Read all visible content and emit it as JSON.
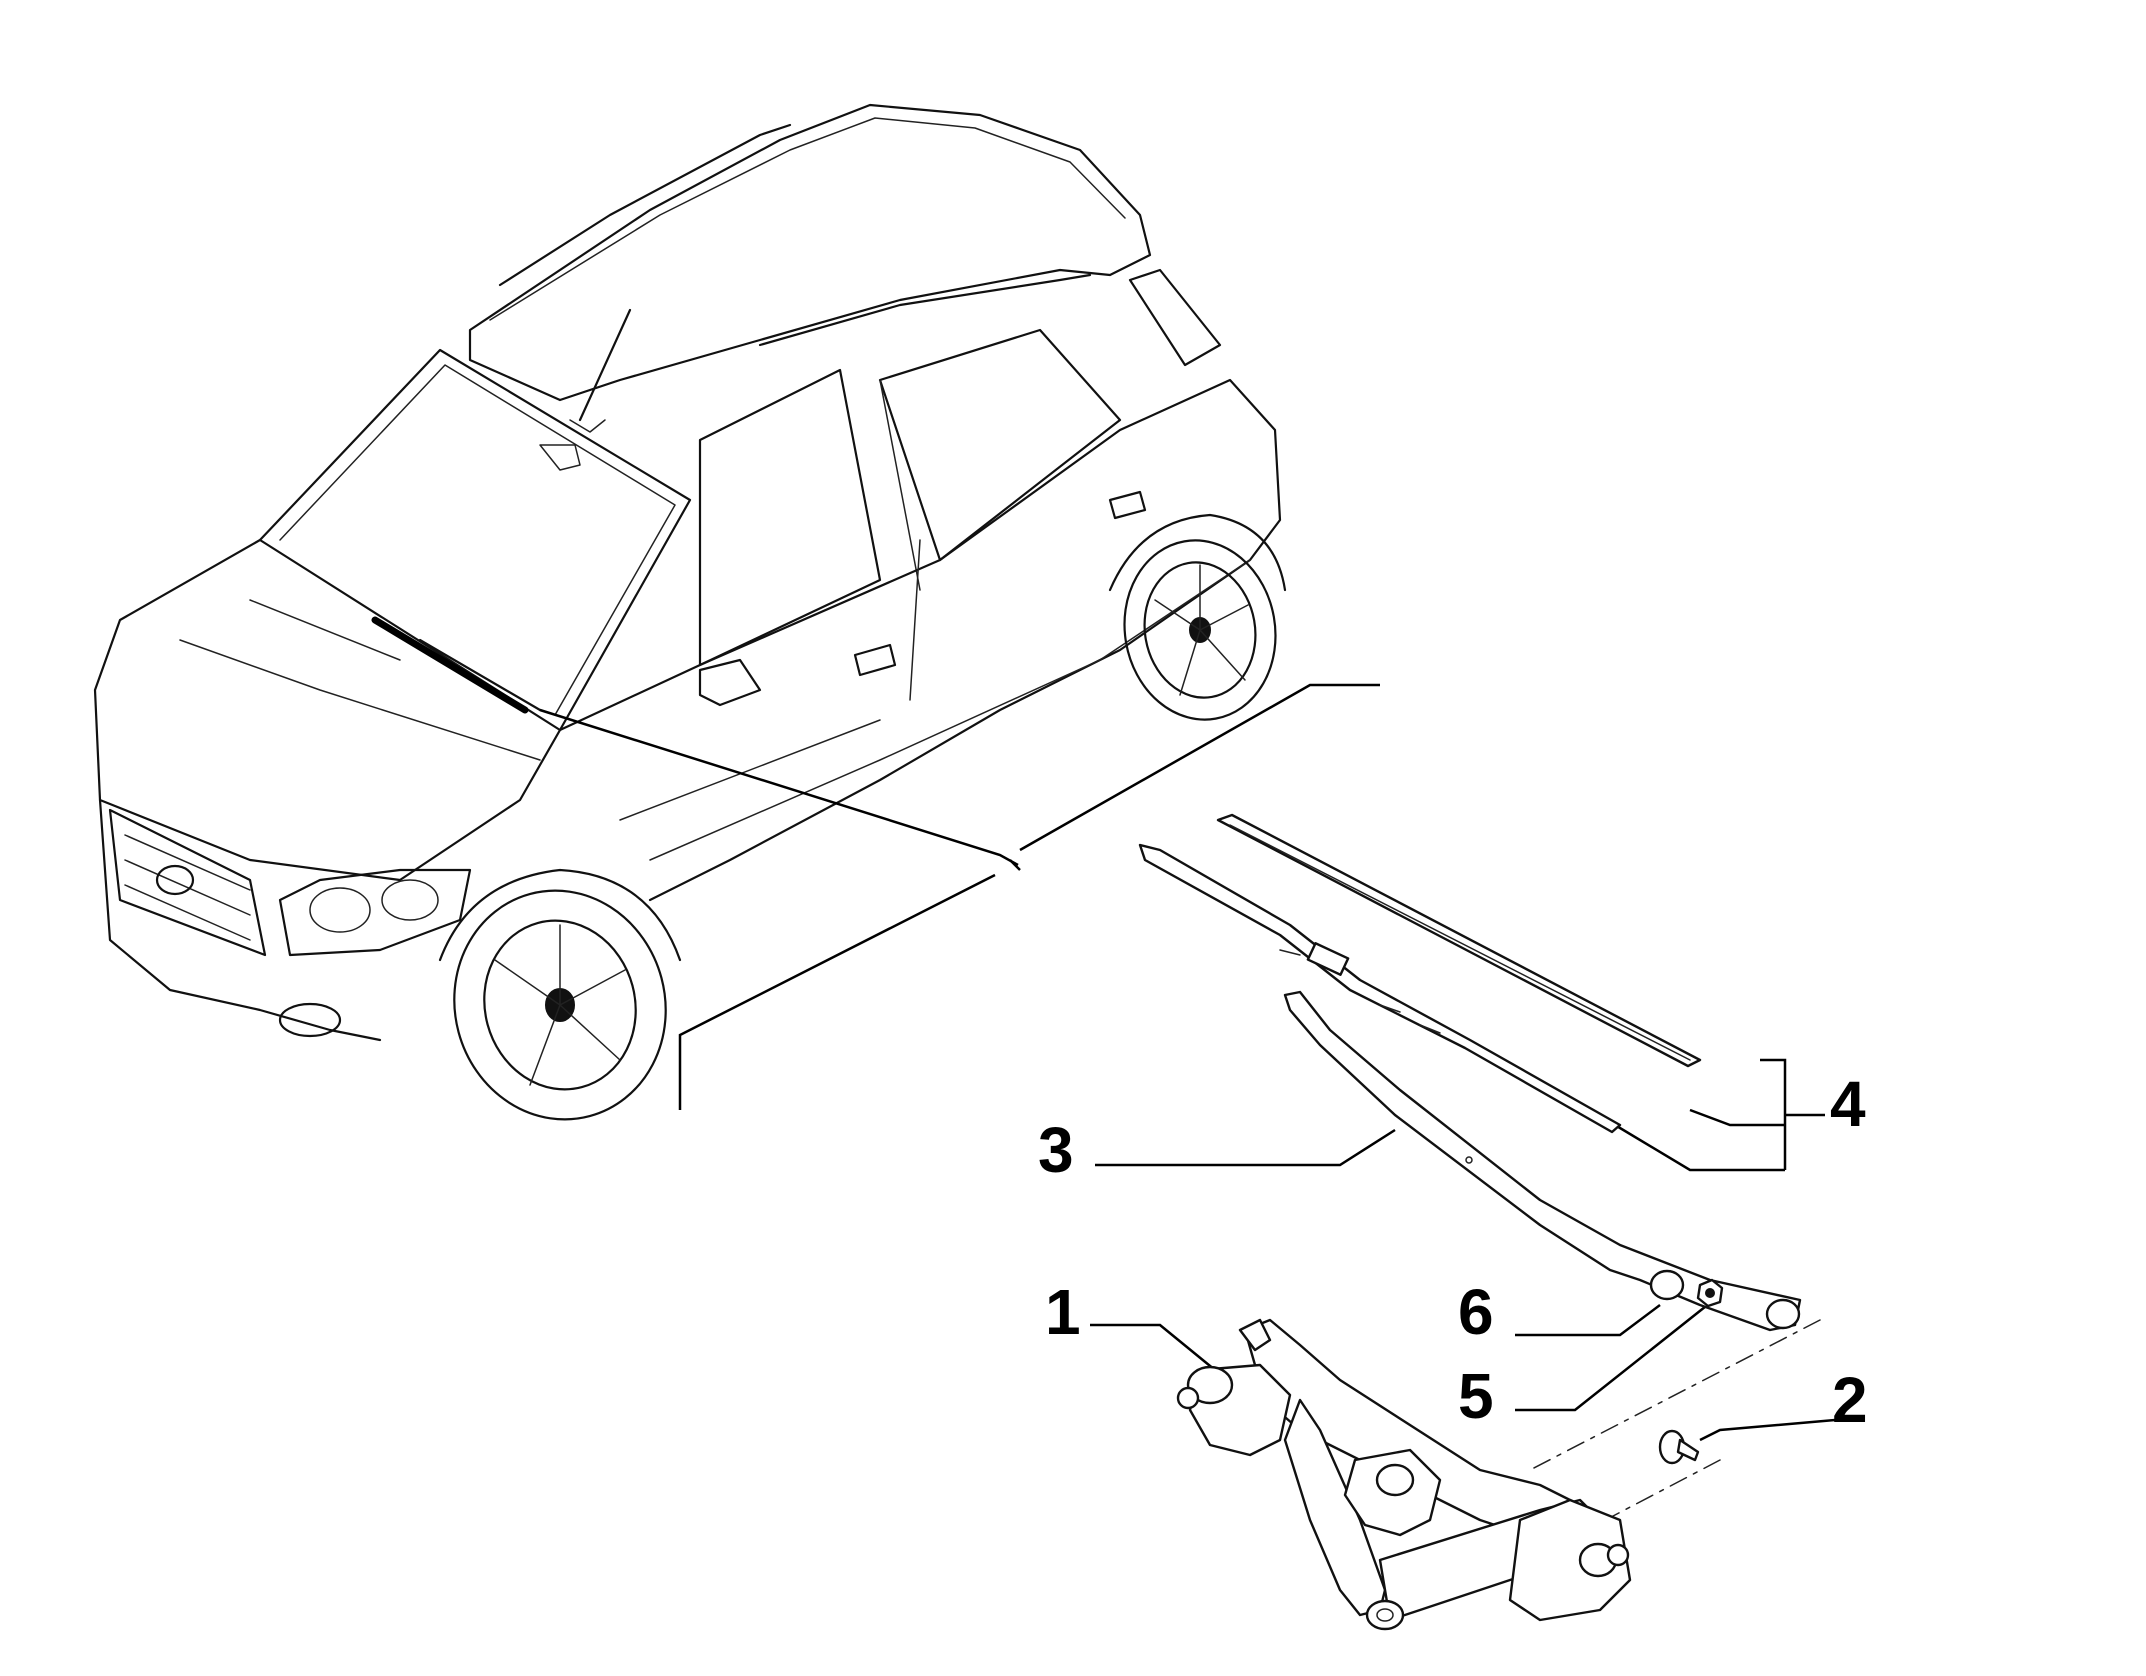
{
  "callouts": {
    "c1": "1",
    "c2": "2",
    "c3": "3",
    "c4": "4",
    "c5": "5",
    "c6": "6"
  },
  "parts": [
    {
      "number": "1",
      "icon": "wiper-linkage-motor-assembly"
    },
    {
      "number": "2",
      "icon": "mounting-bolt"
    },
    {
      "number": "3",
      "icon": "wiper-arm"
    },
    {
      "number": "4",
      "icon": "wiper-blade-kit"
    },
    {
      "number": "5",
      "icon": "nut"
    },
    {
      "number": "6",
      "icon": "cap"
    }
  ],
  "colors": {
    "line": "#111111",
    "background": "#ffffff"
  }
}
